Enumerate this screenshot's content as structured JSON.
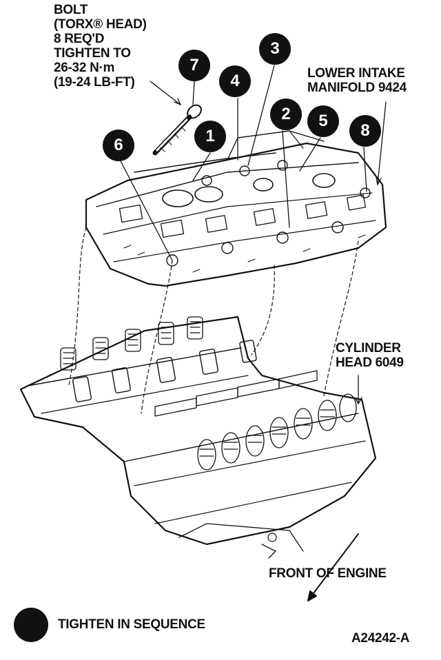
{
  "labels": {
    "bolt_line1": "BOLT",
    "bolt_line2": "(TORX® HEAD)",
    "bolt_line3": "8 REQ'D",
    "bolt_line4": "TIGHTEN TO",
    "bolt_line5": "26-32 N·m",
    "bolt_line6": "(19-24 LB-FT)",
    "manifold_line1": "LOWER INTAKE",
    "manifold_line2": "MANIFOLD 9424",
    "cylinder_line1": "CYLINDER",
    "cylinder_line2": "HEAD 6049",
    "front": "FRONT OF ENGINE",
    "legend": "TIGHTEN IN SEQUENCE",
    "figure_id": "A24242-A"
  },
  "sequence": {
    "n1": "1",
    "n2": "2",
    "n3": "3",
    "n4": "4",
    "n5": "5",
    "n6": "6",
    "n7": "7",
    "n8": "8"
  }
}
